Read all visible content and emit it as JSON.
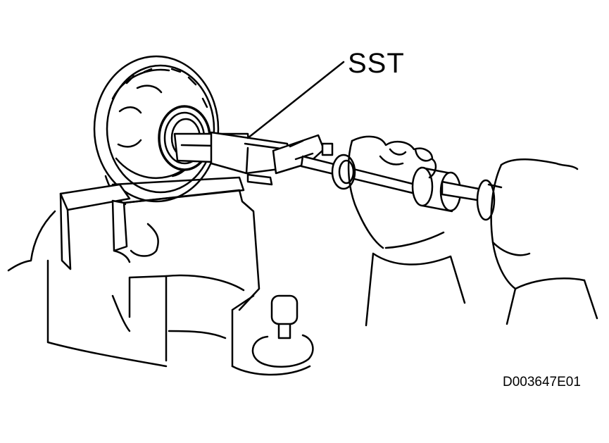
{
  "labels": {
    "tool": "SST",
    "figure_code": "D003647E01"
  },
  "colors": {
    "ink": "#000000",
    "paper": "#ffffff"
  },
  "parts": [
    "flywheel",
    "oil-seal",
    "bench-vise",
    "slide-hammer",
    "hand"
  ]
}
